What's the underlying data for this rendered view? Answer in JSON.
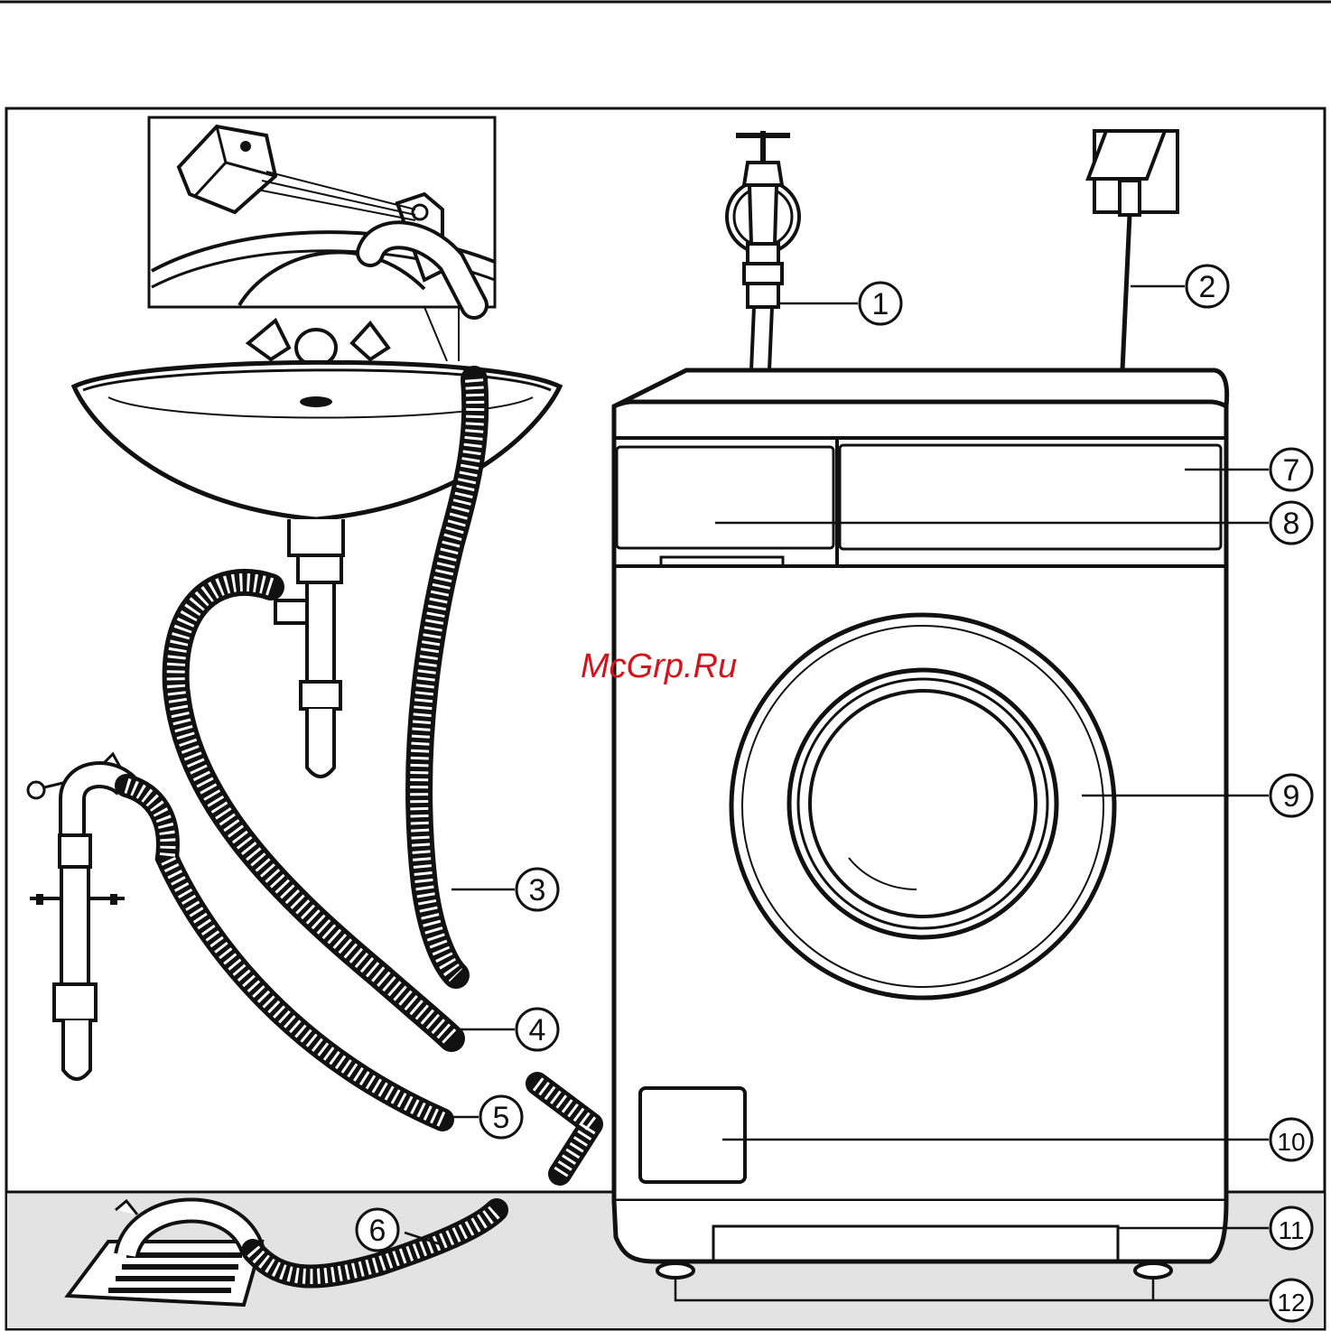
{
  "watermark": "McGrp.Ru",
  "callouts": [
    {
      "id": "1",
      "label": "1"
    },
    {
      "id": "2",
      "label": "2"
    },
    {
      "id": "3",
      "label": "3"
    },
    {
      "id": "4",
      "label": "4"
    },
    {
      "id": "5",
      "label": "5"
    },
    {
      "id": "6",
      "label": "6"
    },
    {
      "id": "7",
      "label": "7"
    },
    {
      "id": "8",
      "label": "8"
    },
    {
      "id": "9",
      "label": "9"
    },
    {
      "id": "10",
      "label": "10"
    },
    {
      "id": "11",
      "label": "11"
    },
    {
      "id": "12",
      "label": "12"
    }
  ],
  "colors": {
    "line": "#111111",
    "floor": "#e3e3e3",
    "watermark": "#d2151c"
  }
}
